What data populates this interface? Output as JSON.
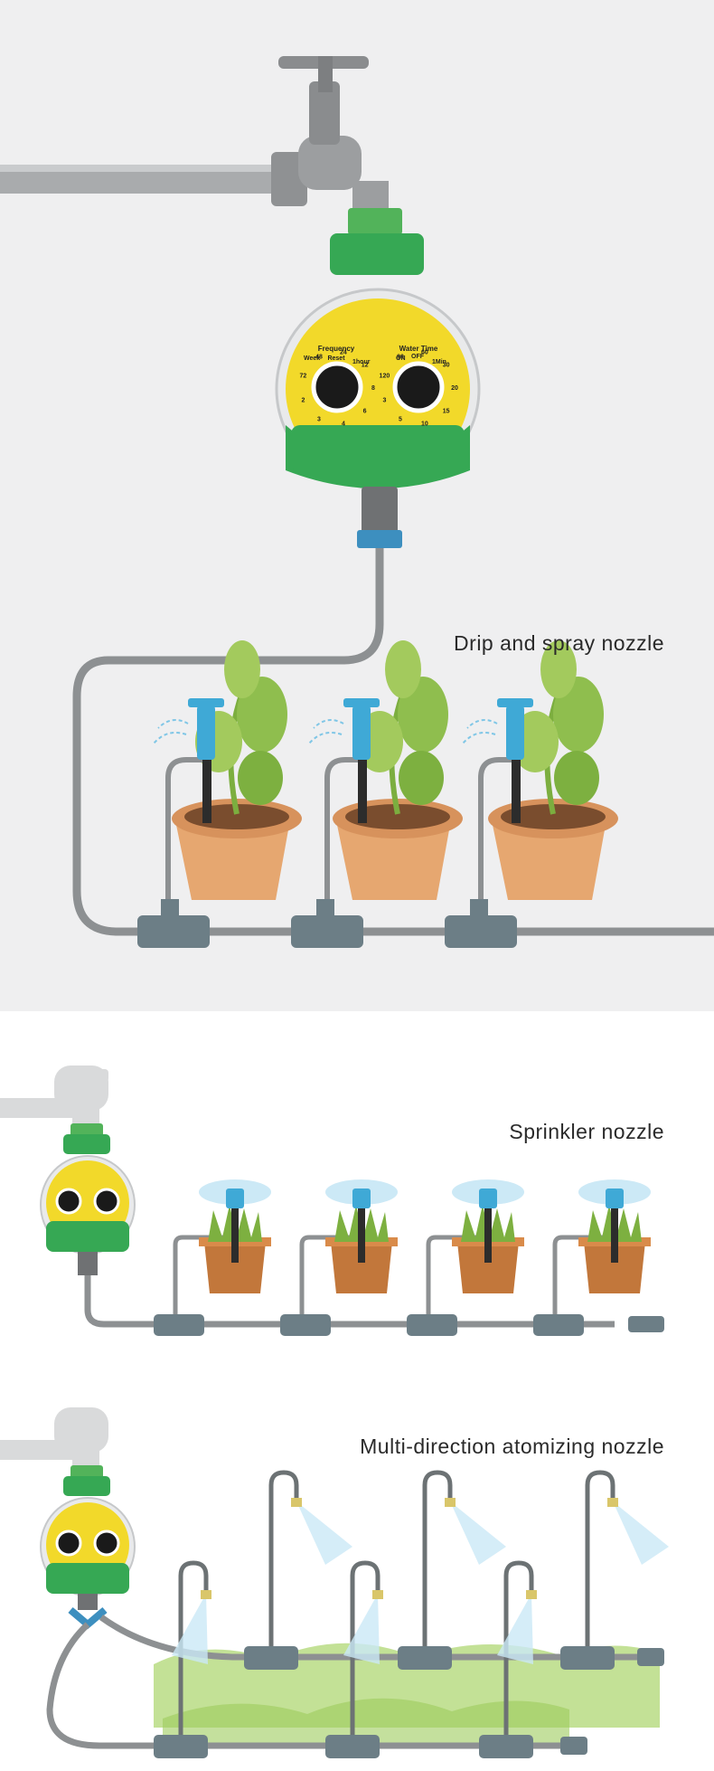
{
  "captions": {
    "drip": "Drip and spray nozzle",
    "sprinkler": "Sprinkler nozzle",
    "atomizing": "Multi-direction atomizing nozzle"
  },
  "timer_labels": {
    "frequency": "Frequency",
    "reset": "Reset",
    "week": "Week",
    "hour": "1hour",
    "water_time": "Water Time",
    "on": "ON",
    "off": "OFF",
    "min": "1Min",
    "freq_ticks": [
      "72",
      "48",
      "24",
      "12",
      "8",
      "6",
      "4",
      "3",
      "2"
    ],
    "time_ticks": [
      "120",
      "90",
      "60",
      "30",
      "20",
      "15",
      "10",
      "5",
      "3"
    ]
  },
  "colors": {
    "panel_bg": "#efeff0",
    "pipe": "#9a9c9e",
    "tube": "#8d9092",
    "timer_green": "#36a854",
    "timer_yellow": "#f2d92a",
    "nozzle_blue": "#3fa9d6",
    "pot": "#e6a770",
    "leaf": "#8fbe4e"
  }
}
